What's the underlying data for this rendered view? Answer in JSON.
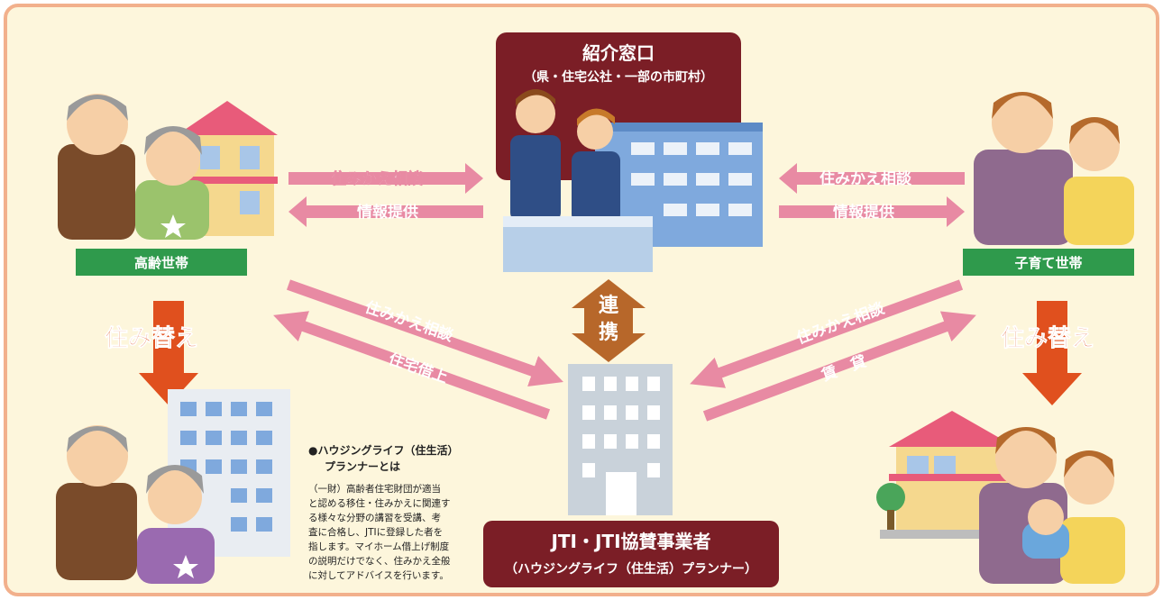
{
  "colors": {
    "background": "#fdf6dc",
    "border": "#f2b08c",
    "arrow_pink": "#e88aa3",
    "arrow_orange": "#e0501e",
    "maroon": "#7b1e26",
    "green_label": "#2f9a4c",
    "building_blue": "#7fa9dd",
    "gray_building": "#c9d2da"
  },
  "window": {
    "title": "紹介窓口",
    "subtitle": "（県・住宅公社・一部の市町村）"
  },
  "households": {
    "elderly_label": "高齢世帯",
    "child_label": "子育て世帯"
  },
  "arrows": {
    "left_consult": "住みかえ相談",
    "left_info": "情報提供",
    "right_consult": "住みかえ相談",
    "right_info": "情報提供",
    "relocate_left": "住み替え",
    "relocate_right": "住み替え",
    "diag_left_consult": "住みかえ相談",
    "diag_left_lease": "住宅借上",
    "diag_right_consult": "住みかえ相談",
    "diag_right_rent": "賃　貸",
    "link_char1": "連",
    "link_char2": "携"
  },
  "jti": {
    "title": "JTI・JTI協賛事業者",
    "subtitle": "（ハウジングライフ（住生活）プランナー）"
  },
  "note": {
    "heading1": "●ハウジングライフ（住生活）",
    "heading2": "プランナーとは",
    "lines": [
      "（一財）高齢者住宅財団が適当",
      "と認める移住・住みかえに関連す",
      "る様々な分野の講習を受講、考",
      "査に合格し、JTIに登録した者を",
      "指します。マイホーム借上げ制度",
      "の説明だけでなく、住みかえ全般",
      "に対してアドバイスを行います。"
    ]
  }
}
